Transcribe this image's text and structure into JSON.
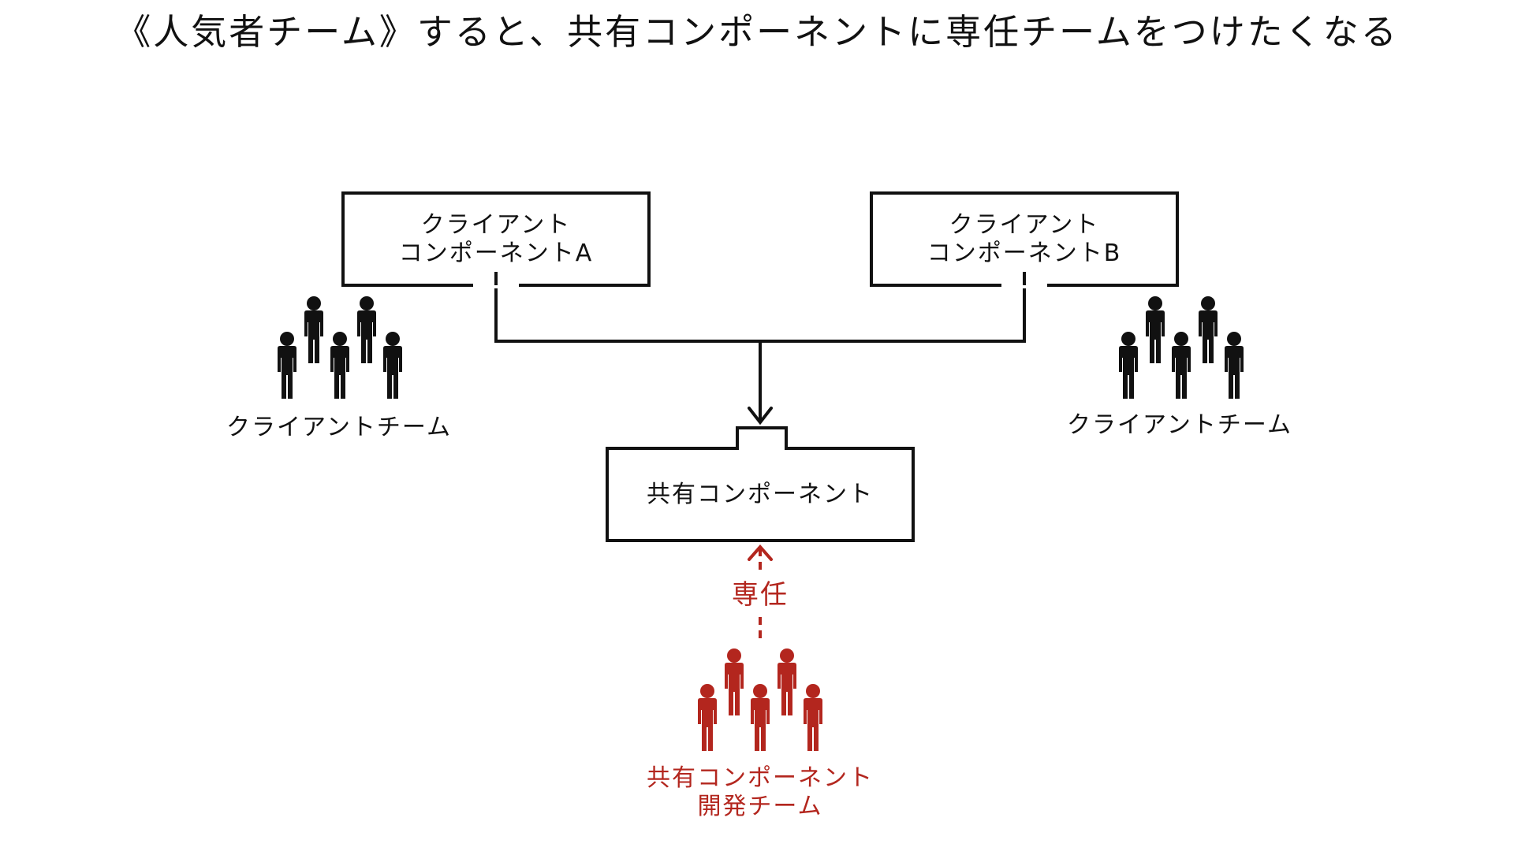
{
  "title": "《人気者チーム》すると、共有コンポーネントに専任チームをつけたくなる",
  "components": {
    "client_a": {
      "line1": "クライアント",
      "line2": "コンポーネントA"
    },
    "client_b": {
      "line1": "クライアント",
      "line2": "コンポーネントB"
    },
    "shared": {
      "label": "共有コンポーネント"
    }
  },
  "teams": {
    "client_team_left": {
      "label": "クライアントチーム"
    },
    "client_team_right": {
      "label": "クライアントチーム"
    },
    "shared_team": {
      "line1": "共有コンポーネント",
      "line2": "開発チーム"
    }
  },
  "dedicated_label": "専任",
  "colors": {
    "ink": "#111111",
    "accent": "#b3261e",
    "background": "#ffffff"
  },
  "icons": {
    "team": "people-group-icon"
  }
}
